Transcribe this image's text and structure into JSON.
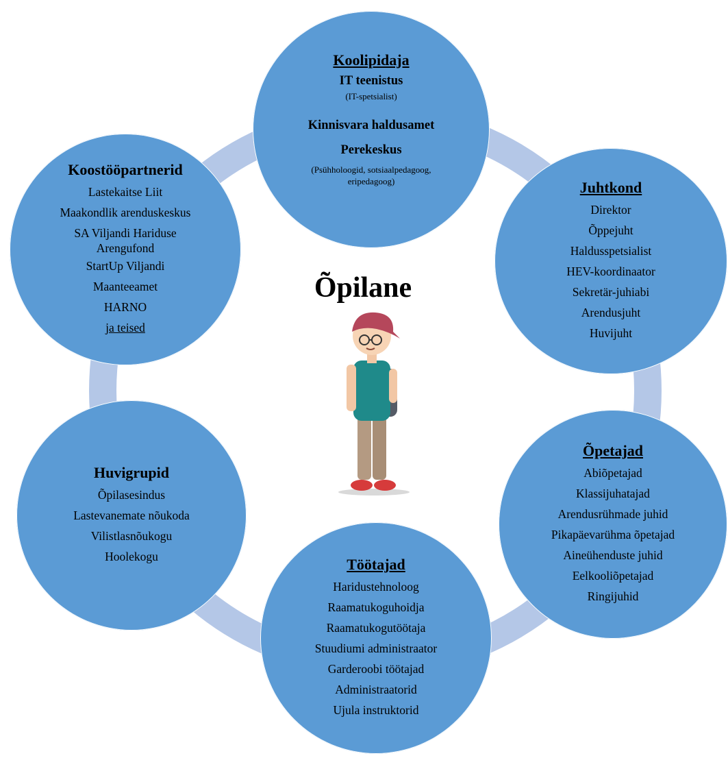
{
  "center": {
    "label": "Õpilane"
  },
  "colors": {
    "circle_fill": "#5b9bd5",
    "connector": "#b4c7e7"
  },
  "nodes": {
    "koolipidaja": {
      "title": "Koolipidaja",
      "it": "IT teenistus",
      "it_sub": "(IT-spetsialist)",
      "kinnisvara": "Kinnisvara haldusamet",
      "perekeskus": "Perekeskus",
      "perekeskus_sub_1": "(Psühholoogid, sotsiaalpedagoog,",
      "perekeskus_sub_2": "eripedagoog)"
    },
    "juhtkond": {
      "title": "Juhtkond",
      "items": [
        "Direktor",
        "Õppejuht",
        "Haldusspetsialist",
        "HEV-koordinaator",
        "Sekretär-juhiabi",
        "Arendusjuht",
        "Huvijuht"
      ]
    },
    "opetajad": {
      "title": "Õpetajad",
      "items": [
        "Abiõpetajad",
        "Klassijuhatajad",
        "Arendusrühmade juhid",
        "Pikapäevarühma õpetajad",
        "Aineühenduste juhid",
        "Eelkooliõpetajad",
        "Ringijuhid"
      ]
    },
    "tootajad": {
      "title": "Töötajad",
      "items": [
        "Haridustehnoloog",
        "Raamatukoguhoidja",
        "Raamatukogutöötaja",
        "Stuudiumi administraator",
        "Garderoobi töötajad",
        "Administraatorid",
        "Ujula instruktorid"
      ]
    },
    "huvigrupid": {
      "title": "Huvigrupid",
      "items": [
        "Õpilasesindus",
        "Lastevanemate nõukoda",
        "Vilistlasnõukogu",
        "Hoolekogu"
      ]
    },
    "koostoo": {
      "title": "Koostööpartnerid",
      "items": [
        "Lastekaitse Liit",
        "Maakondlik arenduskeskus",
        "SA Viljandi Hariduse",
        "Arengufond",
        "StartUp Viljandi",
        "Maanteeamet",
        "HARNO",
        "ja teised"
      ]
    }
  }
}
